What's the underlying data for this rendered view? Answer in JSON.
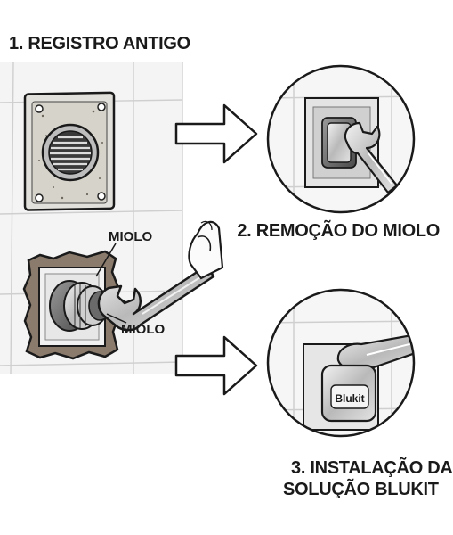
{
  "steps": {
    "step1": "1. REGISTRO ANTIGO",
    "step2": "2. REMOÇÃO DO MIOLO",
    "step3_line1": "3. INSTALAÇÃO DA",
    "step3_line2": "SOLUÇÃO BLUKIT"
  },
  "callouts": {
    "miolo_top": "MIOLO",
    "miolo_bottom": "MIOLO"
  },
  "brand": {
    "device_logo": "Blukit"
  },
  "colors": {
    "ink": "#1a1a1a",
    "tile": "#f3f3f3",
    "grout": "#cfcfcf",
    "metal": "#bfbfbf",
    "mortar": "#7a6a5c"
  }
}
